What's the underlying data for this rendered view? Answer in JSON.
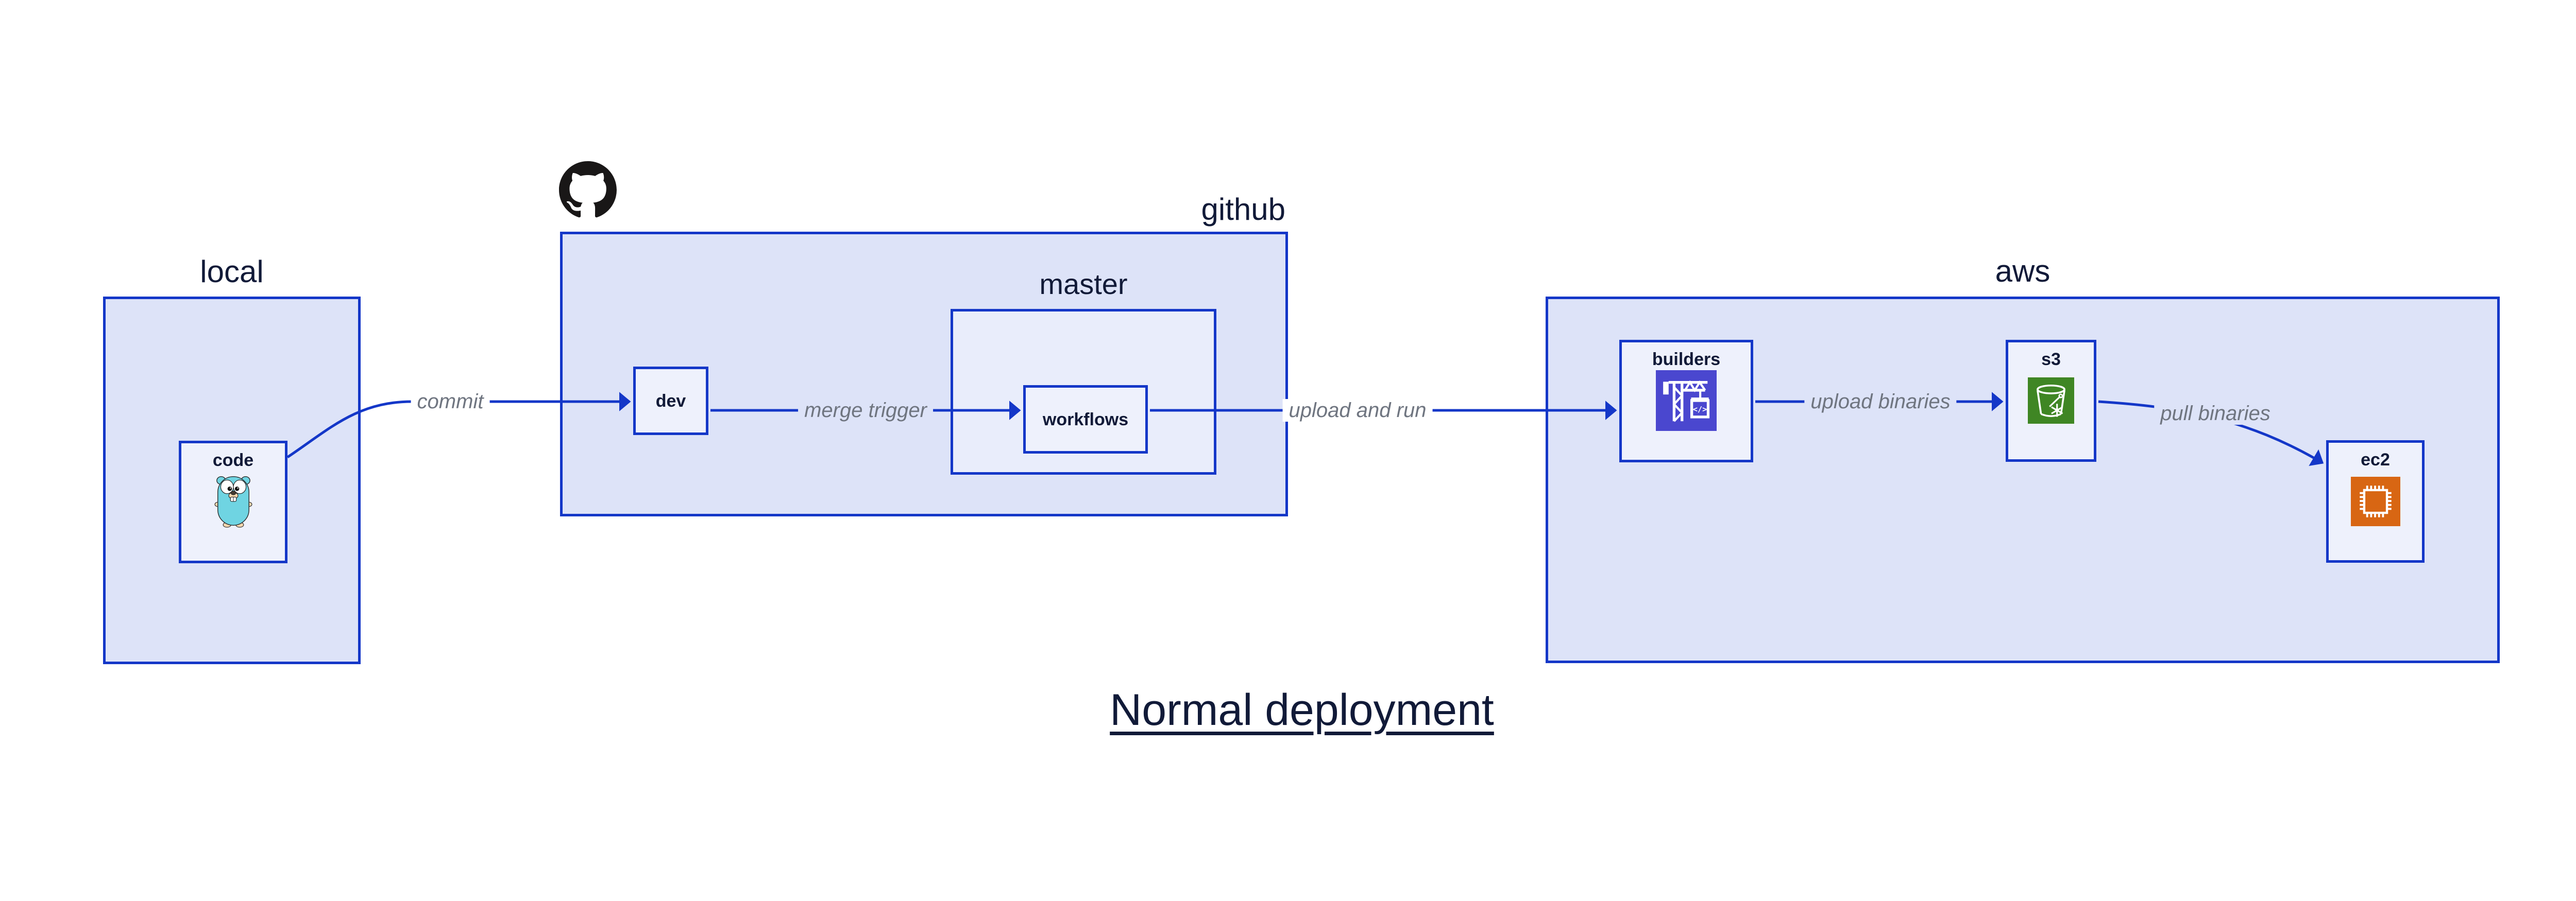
{
  "title": "Normal deployment",
  "containers": {
    "local": {
      "label": "local"
    },
    "github": {
      "label": "github"
    },
    "master": {
      "label": "master"
    },
    "aws": {
      "label": "aws"
    }
  },
  "nodes": {
    "code": {
      "label": "code",
      "icon": "go-gopher-icon"
    },
    "dev": {
      "label": "dev"
    },
    "workflows": {
      "label": "workflows"
    },
    "builders": {
      "label": "builders",
      "icon": "aws-codebuild-crane-icon"
    },
    "s3": {
      "label": "s3",
      "icon": "aws-s3-glacier-bucket-icon"
    },
    "ec2": {
      "label": "ec2",
      "icon": "aws-ec2-chip-icon"
    }
  },
  "edges": {
    "commit": {
      "label": "commit"
    },
    "merge_trigger": {
      "label": "merge trigger"
    },
    "upload_and_run": {
      "label": "upload and run"
    },
    "upload_binaries": {
      "label": "upload binaries"
    },
    "pull_binaries": {
      "label": "pull binaries"
    }
  },
  "icons": {
    "github_logo": "github-octocat-logo-icon"
  },
  "colors": {
    "border_and_arrows": "#1437c8",
    "container_fill": "#dde3f8",
    "nested_container_fill": "#e9edfb",
    "node_fill": "#eef1fc",
    "label_text": "#111a38",
    "edge_label_text": "#6f7580",
    "codebuild_icon_bg": "#4a47cf",
    "s3_icon_bg": "#3F8624",
    "ec2_icon_bg": "#D86613",
    "github_logo": "#191717",
    "background": "#ffffff"
  }
}
